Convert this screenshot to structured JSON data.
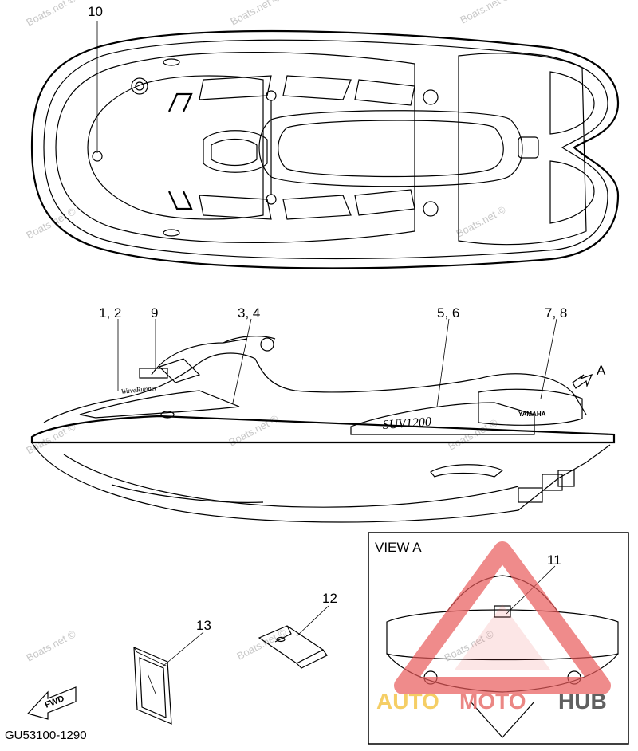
{
  "callouts": {
    "c10": "10",
    "c1_2": "1, 2",
    "c9": "9",
    "c3_4": "3, 4",
    "c5_6": "5, 6",
    "c7_8": "7, 8",
    "cA": "A",
    "c11": "11",
    "c12": "12",
    "c13": "13"
  },
  "view_a_title": "VIEW A",
  "fwd_label": "FWD",
  "part_code": "GU53100-1290",
  "watermark_text": "Boats.net ©",
  "decal_texts": {
    "waverunner": "WaveRunner",
    "yamaha": "YAMAHA",
    "model": "SUV1200"
  },
  "brand_logo": {
    "part1": "AUTO",
    "part2": "MOTO",
    "part3": "HUB",
    "colors": {
      "auto": "#f3c54a",
      "moto": "#e8726f",
      "hub": "#444444"
    }
  },
  "colors": {
    "line": "#000000",
    "watermark": "#c8c8c8",
    "triangle": "#e85a5a"
  }
}
